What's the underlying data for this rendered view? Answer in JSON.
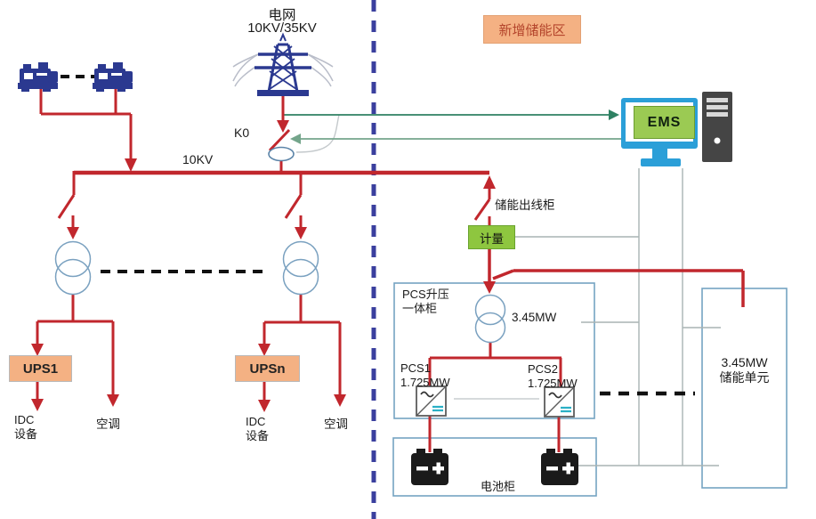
{
  "diagram": {
    "grid_label": "电网",
    "grid_voltage": "10KV/35KV",
    "breaker_label": "K0",
    "bus_label": "10KV",
    "storage_area_label": "新增储能区",
    "ems_label": "EMS",
    "outlet_cabinet_label": "储能出线柜",
    "metering_label": "计量",
    "pcs_cabinet_line1": "PCS升压",
    "pcs_cabinet_line2": "一体柜",
    "transformer_rating": "3.45MW",
    "pcs1_name": "PCS1",
    "pcs1_rating": "1.725MW",
    "pcs2_name": "PCS2",
    "pcs2_rating": "1.725MW",
    "battery_cabinet_label": "电池柜",
    "storage_unit_line1": "3.45MW",
    "storage_unit_line2": "储能单元",
    "ups1_label": "UPS1",
    "upsn_label": "UPSn",
    "idc_line1": "IDC",
    "idc_line2": "设备",
    "hvac_label": "空调"
  },
  "colors": {
    "wire_red": "#c1272d",
    "device_navy": "#2b3990",
    "divider_blue": "#3a3f9e",
    "cabinet_border_blue": "#74a3c2",
    "transformer_blue": "#7aa1c0",
    "ups_fill_orange": "#f4b183",
    "metering_green": "#8ec63f",
    "ems_screen_green": "#9bca53",
    "monitor_blue": "#2b9fd8",
    "comm_green_dark": "#2e8163",
    "comm_green_light": "#74a58b",
    "comm_gray": "#a9b4b4"
  }
}
